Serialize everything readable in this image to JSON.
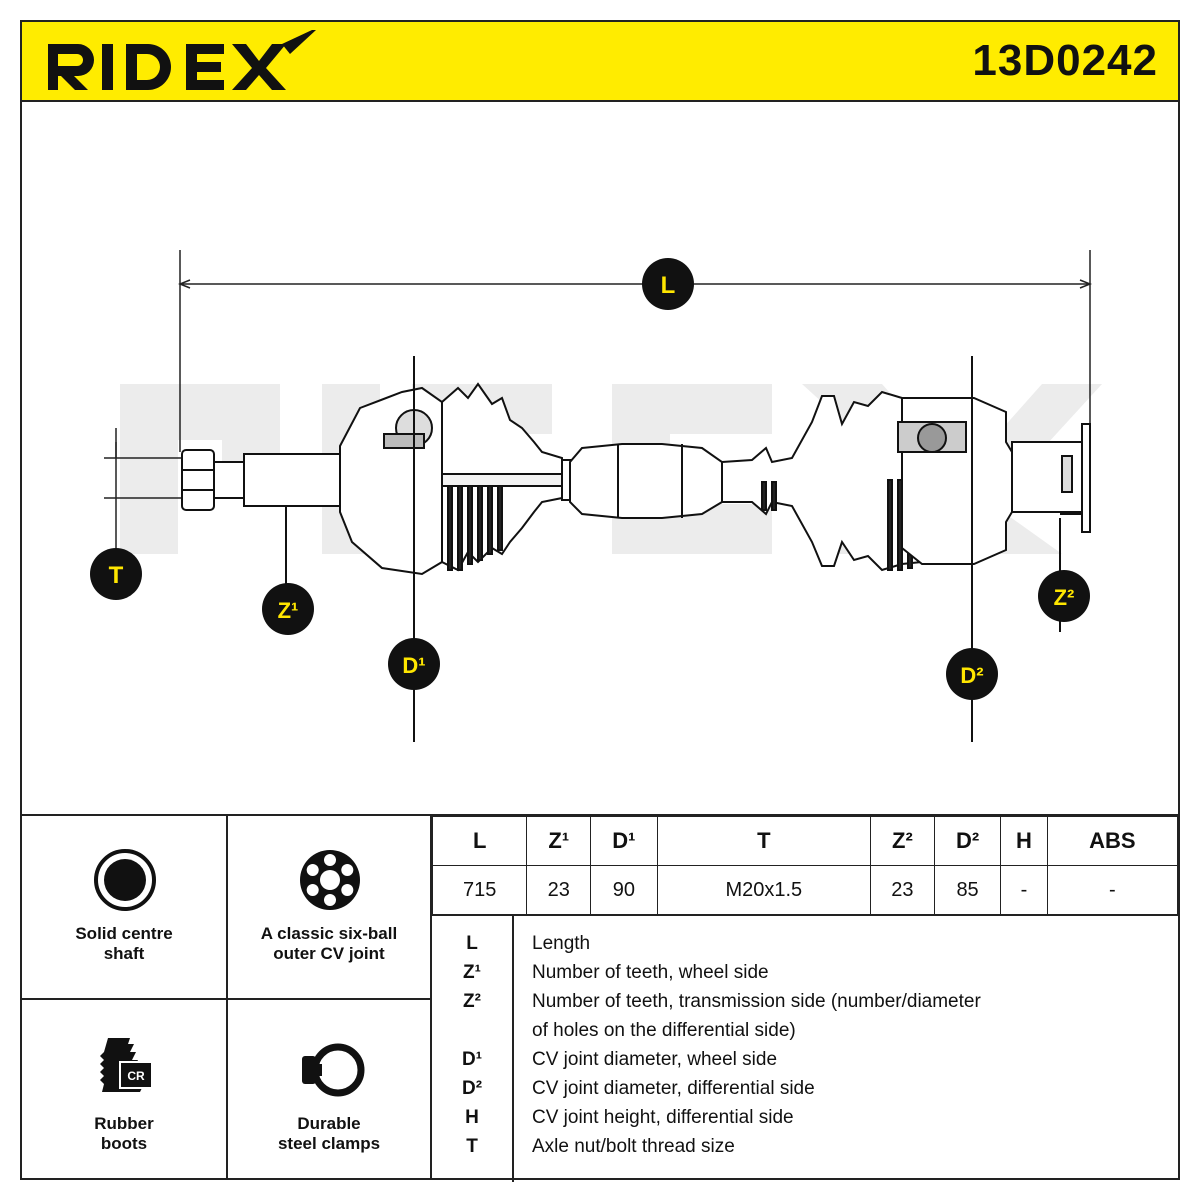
{
  "header": {
    "brand": "RIDEX",
    "part_number": "13D0242"
  },
  "diagram": {
    "watermark": "RIDEX",
    "callouts": {
      "L": "L",
      "T": "T",
      "Z1": "Z¹",
      "D1": "D¹",
      "D2": "D²",
      "Z2": "Z²"
    }
  },
  "features": [
    {
      "label_line1": "Solid centre",
      "label_line2": "shaft",
      "icon": "solid-shaft-icon"
    },
    {
      "label_line1": "A classic six-ball",
      "label_line2": "outer CV joint",
      "icon": "six-ball-joint-icon"
    },
    {
      "label_line1": "Rubber",
      "label_line2": "boots",
      "icon": "rubber-boot-icon",
      "badge": "CR"
    },
    {
      "label_line1": "Durable",
      "label_line2": "steel clamps",
      "icon": "steel-clamp-icon"
    }
  ],
  "specs": {
    "headers": [
      "L",
      "Z¹",
      "D¹",
      "T",
      "Z²",
      "D²",
      "H",
      "ABS"
    ],
    "values": [
      "715",
      "23",
      "90",
      "M20x1.5",
      "23",
      "85",
      "-",
      "-"
    ]
  },
  "legend": [
    {
      "key": "L",
      "text": "Length"
    },
    {
      "key": "Z¹",
      "text": "Number of teeth, wheel side"
    },
    {
      "key": "Z²",
      "text": "Number of teeth, transmission side (number/diameter"
    },
    {
      "key": "",
      "text": "of holes on the differential side)"
    },
    {
      "key": "D¹",
      "text": "CV joint diameter, wheel side"
    },
    {
      "key": "D²",
      "text": "CV joint diameter, differential side"
    },
    {
      "key": "H",
      "text": "CV joint height, differential side"
    },
    {
      "key": "T",
      "text": "Axle nut/bolt thread size"
    }
  ]
}
